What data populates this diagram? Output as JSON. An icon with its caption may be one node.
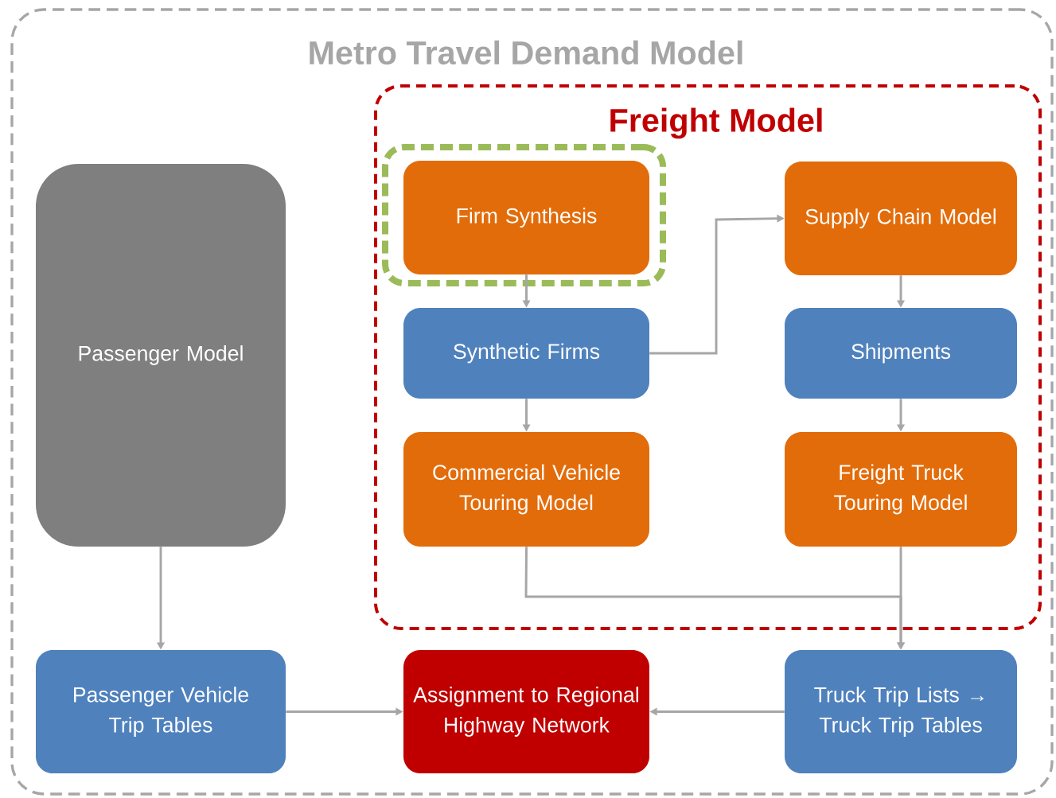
{
  "diagram": {
    "nodes": [
      {
        "text": [
          "Metro Travel Demand Model"
        ]
      },
      {
        "text": [
          "Freight Model"
        ],
        "in": 0
      },
      {
        "text": [],
        "shape": "box",
        "in": 1
      },
      {
        "text": [
          "Firm Synthesis"
        ],
        "in": 2
      },
      {
        "text": [
          "Supply Chain Model"
        ],
        "in": 1
      },
      {
        "text": [
          "Synthetic Firms"
        ],
        "in": 1
      },
      {
        "text": [
          "Shipments"
        ],
        "in": 1
      },
      {
        "text": [
          "Commercial Vehicle Touring Model"
        ],
        "in": 1
      },
      {
        "text": [
          "Freight Truck Touring Model"
        ],
        "in": 1
      },
      {
        "text": [
          "Passenger Model"
        ],
        "in": 0
      },
      {
        "text": [
          "Passenger Vehicle Trip Tables"
        ],
        "in": 0
      },
      {
        "text": [
          "Assignment to Regional Highway Network"
        ],
        "in": 0
      },
      {
        "text": [
          "Truck Trip Lists → Truck Trip Tables"
        ],
        "in": 0
      }
    ],
    "edges": [
      {
        "from": 3,
        "to": 5,
        "arrow": "to"
      },
      {
        "from": 5,
        "to": 4,
        "arrow": "to"
      },
      {
        "from": 4,
        "to": 6,
        "arrow": "to"
      },
      {
        "from": 5,
        "to": 7,
        "arrow": "to"
      },
      {
        "from": 6,
        "to": 8,
        "arrow": "to"
      },
      {
        "from": 7,
        "to": 12,
        "arrow": "to"
      },
      {
        "from": 8,
        "to": 12,
        "arrow": "to"
      },
      {
        "from": 9,
        "to": 10,
        "arrow": "to"
      },
      {
        "from": 10,
        "to": 11,
        "arrow": "to"
      },
      {
        "from": 12,
        "to": 11,
        "arrow": "to"
      }
    ]
  }
}
